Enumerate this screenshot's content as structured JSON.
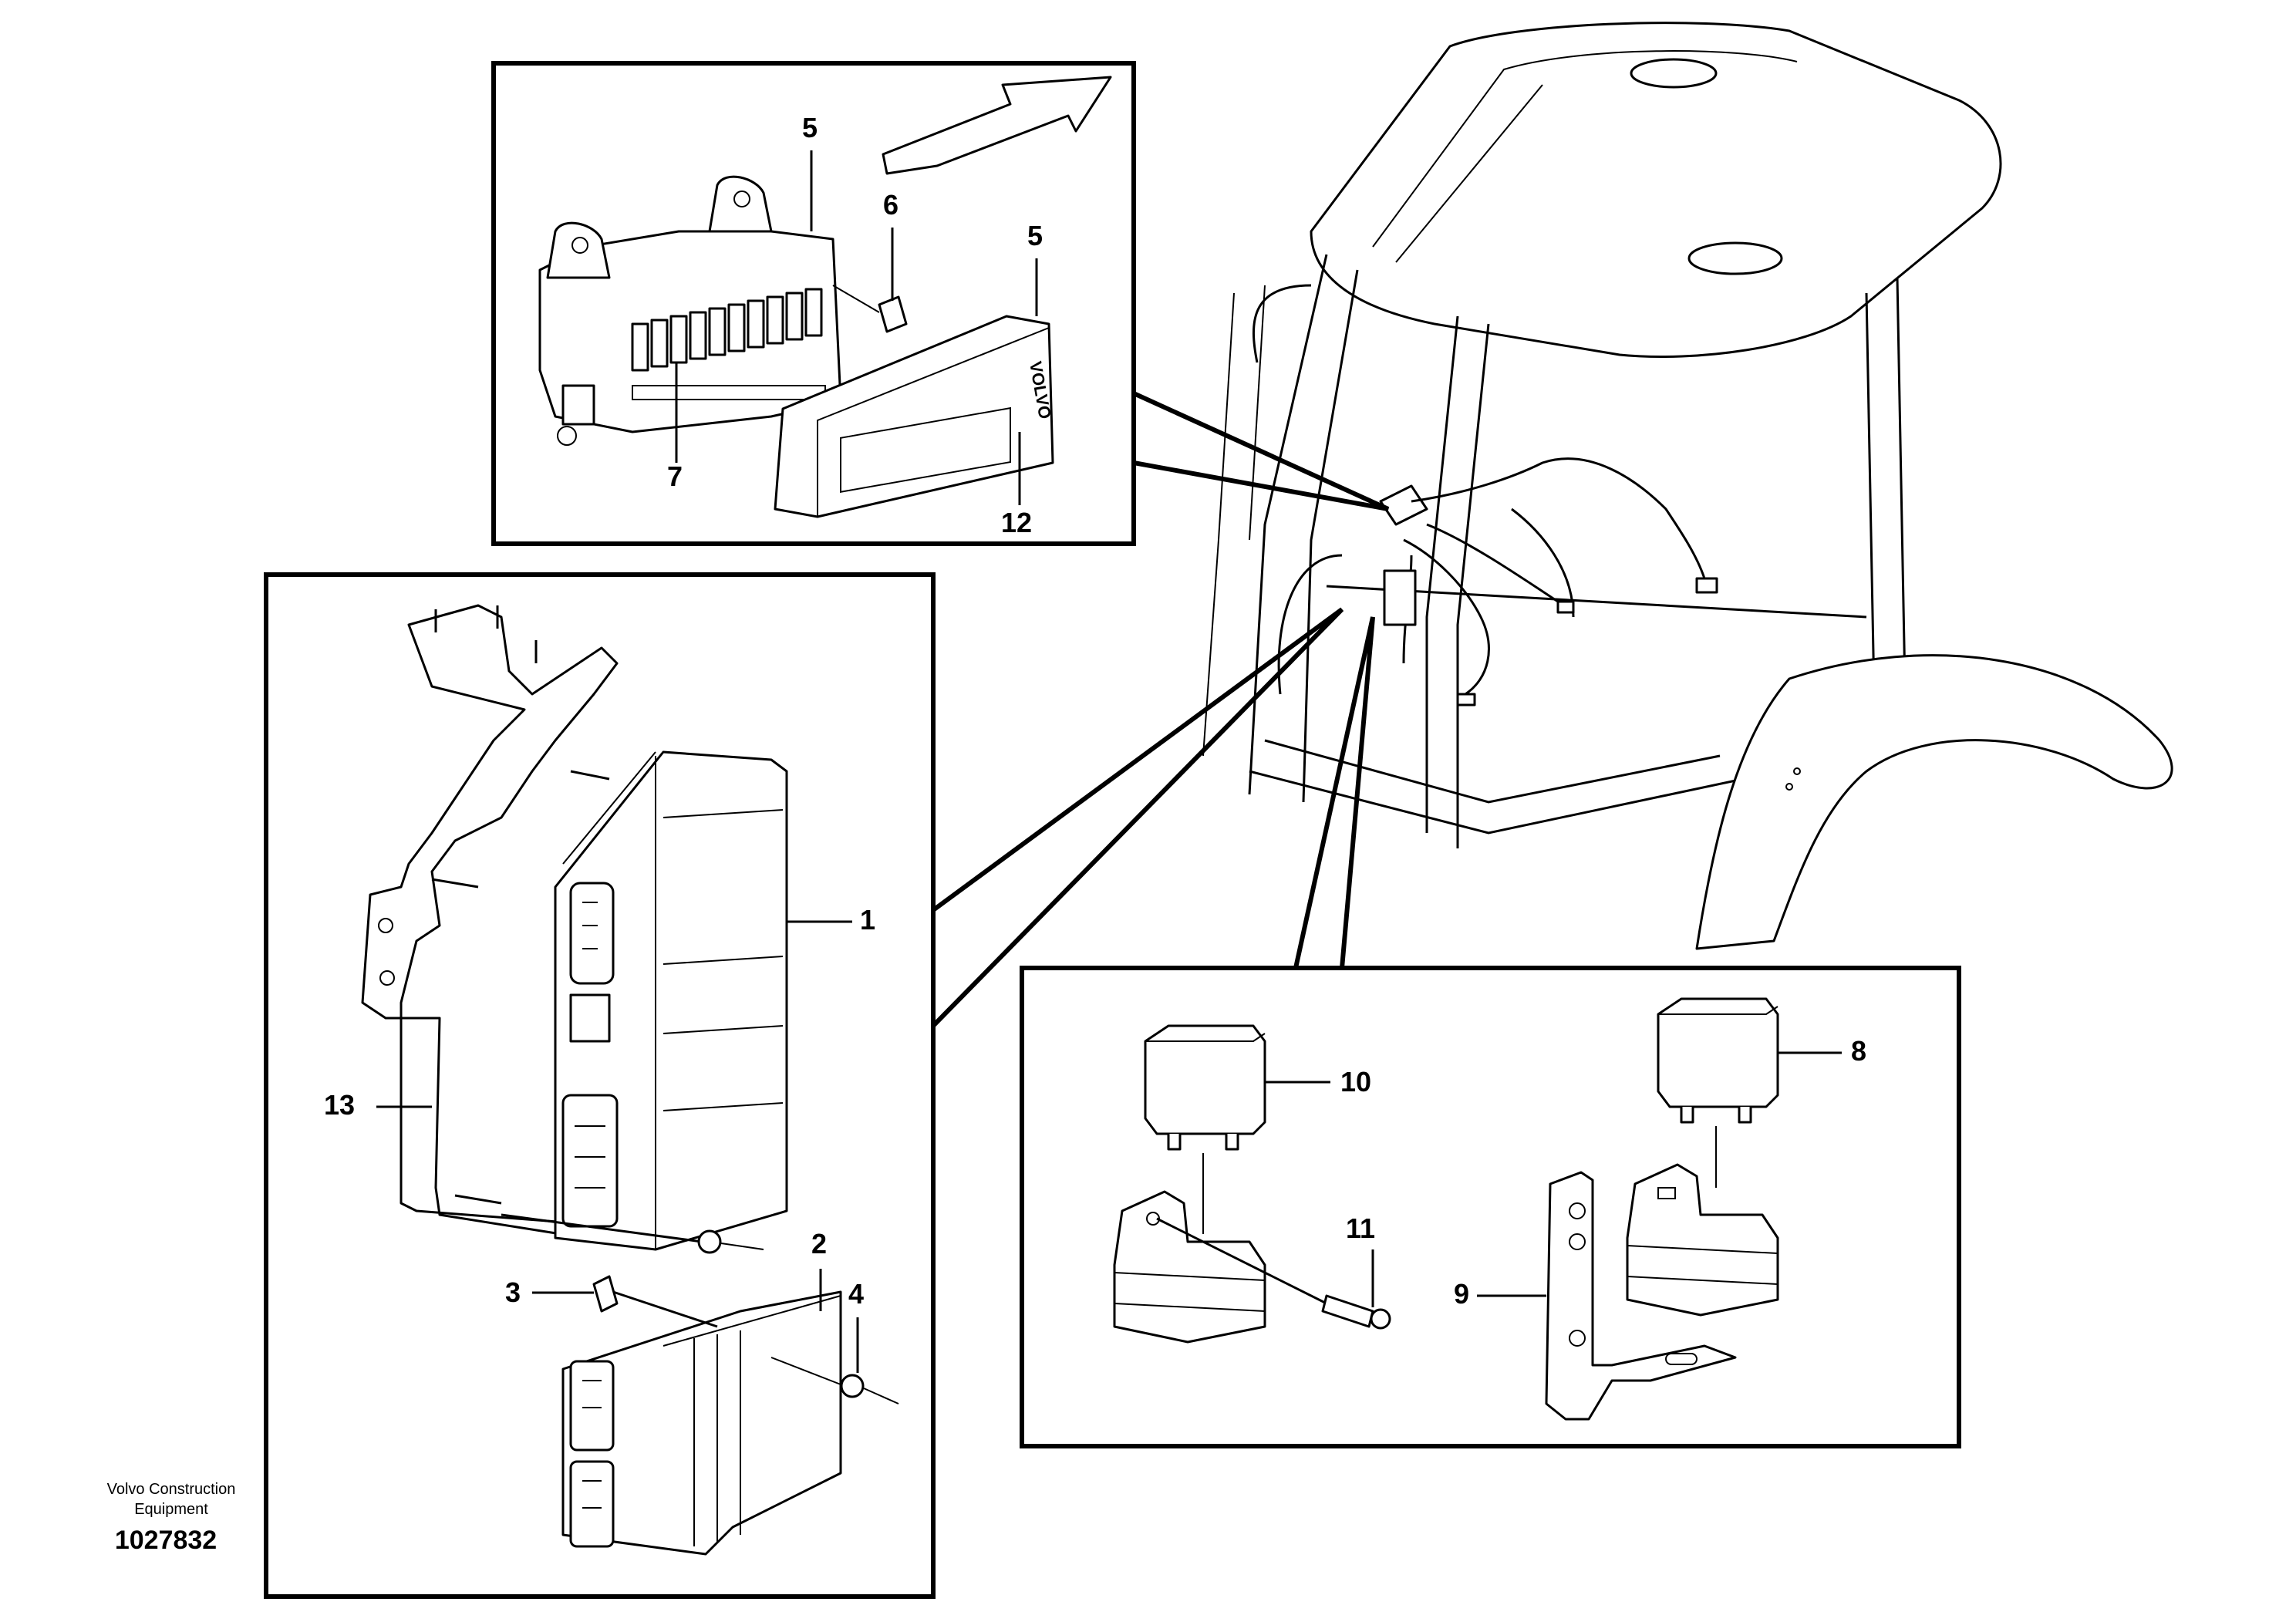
{
  "callouts": {
    "c1": "1",
    "c2": "2",
    "c3": "3",
    "c4": "4",
    "c5a": "5",
    "c5b": "5",
    "c6": "6",
    "c7": "7",
    "c8": "8",
    "c9": "9",
    "c10": "10",
    "c11": "11",
    "c12": "12",
    "c13": "13"
  },
  "module_brand": "VOLVO",
  "credit": {
    "line1": "Volvo Construction",
    "line2": "Equipment",
    "number": "1027832"
  }
}
